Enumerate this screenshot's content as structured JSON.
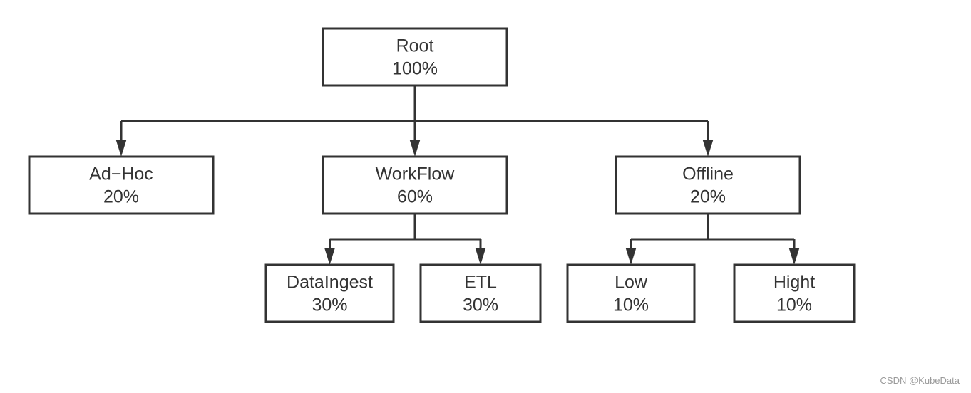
{
  "diagram": {
    "nodes": [
      {
        "id": "root",
        "label": "Root",
        "value": "100%"
      },
      {
        "id": "adhoc",
        "label": "Ad−Hoc",
        "value": "20%"
      },
      {
        "id": "workflow",
        "label": "WorkFlow",
        "value": "60%"
      },
      {
        "id": "offline",
        "label": "Offline",
        "value": "20%"
      },
      {
        "id": "dataingest",
        "label": "DataIngest",
        "value": "30%"
      },
      {
        "id": "etl",
        "label": "ETL",
        "value": "30%"
      },
      {
        "id": "low",
        "label": "Low",
        "value": "10%"
      },
      {
        "id": "hight",
        "label": "Hight",
        "value": "10%"
      }
    ],
    "edges": [
      {
        "from": "root",
        "to": "adhoc"
      },
      {
        "from": "root",
        "to": "workflow"
      },
      {
        "from": "root",
        "to": "offline"
      },
      {
        "from": "workflow",
        "to": "dataingest"
      },
      {
        "from": "workflow",
        "to": "etl"
      },
      {
        "from": "offline",
        "to": "low"
      },
      {
        "from": "offline",
        "to": "hight"
      }
    ]
  },
  "watermark": "CSDN @KubeData",
  "colors": {
    "stroke": "#333333",
    "text": "#333333",
    "background": "#ffffff",
    "watermark": "#9a9a9a"
  }
}
